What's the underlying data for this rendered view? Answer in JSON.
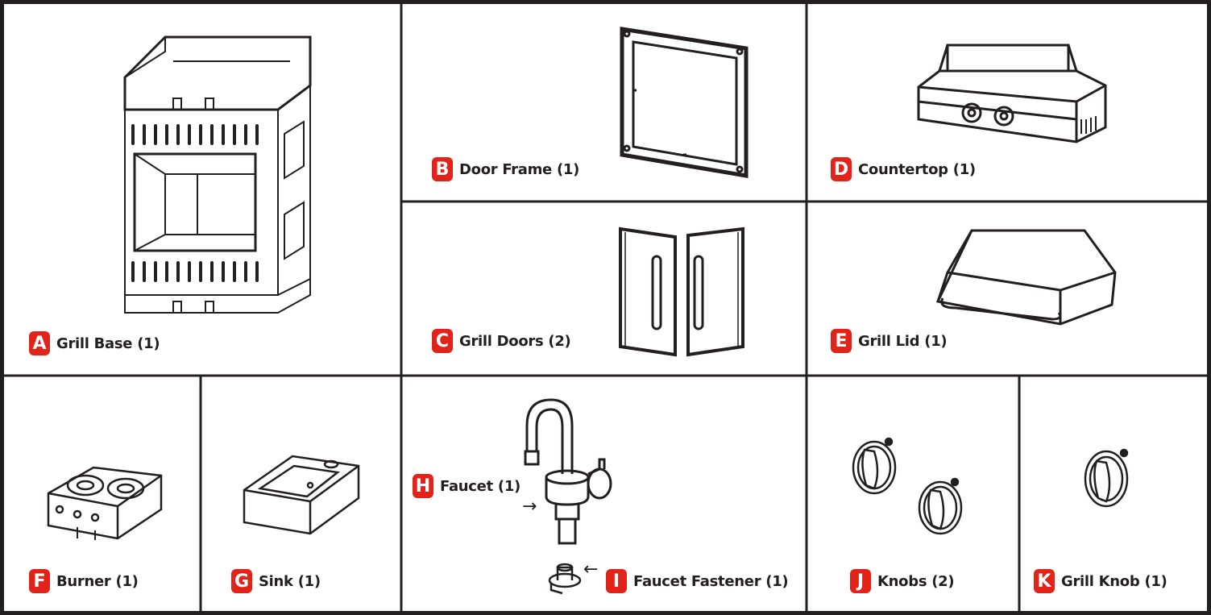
{
  "colors": {
    "border": "#231f20",
    "badge": "#e2231a",
    "background": "#ffffff"
  },
  "parts": [
    {
      "letter": "A",
      "name": "Grill Base",
      "qty": "(1)"
    },
    {
      "letter": "B",
      "name": "Door Frame",
      "qty": "(1)"
    },
    {
      "letter": "C",
      "name": "Grill Doors",
      "qty": "(2)"
    },
    {
      "letter": "D",
      "name": "Countertop",
      "qty": "(1)"
    },
    {
      "letter": "E",
      "name": "Grill Lid",
      "qty": "(1)"
    },
    {
      "letter": "F",
      "name": "Burner",
      "qty": "(1)"
    },
    {
      "letter": "G",
      "name": "Sink",
      "qty": "(1)"
    },
    {
      "letter": "H",
      "name": "Faucet",
      "qty": "(1)"
    },
    {
      "letter": "I",
      "name": "Faucet Fastener",
      "qty": "(1)"
    },
    {
      "letter": "J",
      "name": "Knobs",
      "qty": "(2)"
    },
    {
      "letter": "K",
      "name": "Grill Knob",
      "qty": "(1)"
    }
  ],
  "icons": [
    "grill-base-icon",
    "door-frame-icon",
    "grill-doors-icon",
    "countertop-icon",
    "grill-lid-icon",
    "burner-icon",
    "sink-icon",
    "faucet-icon",
    "faucet-fastener-icon",
    "knobs-icon",
    "grill-knob-icon",
    "arrow-right-icon",
    "arrow-left-icon"
  ],
  "arrows": {
    "right": "→",
    "left": "←"
  }
}
